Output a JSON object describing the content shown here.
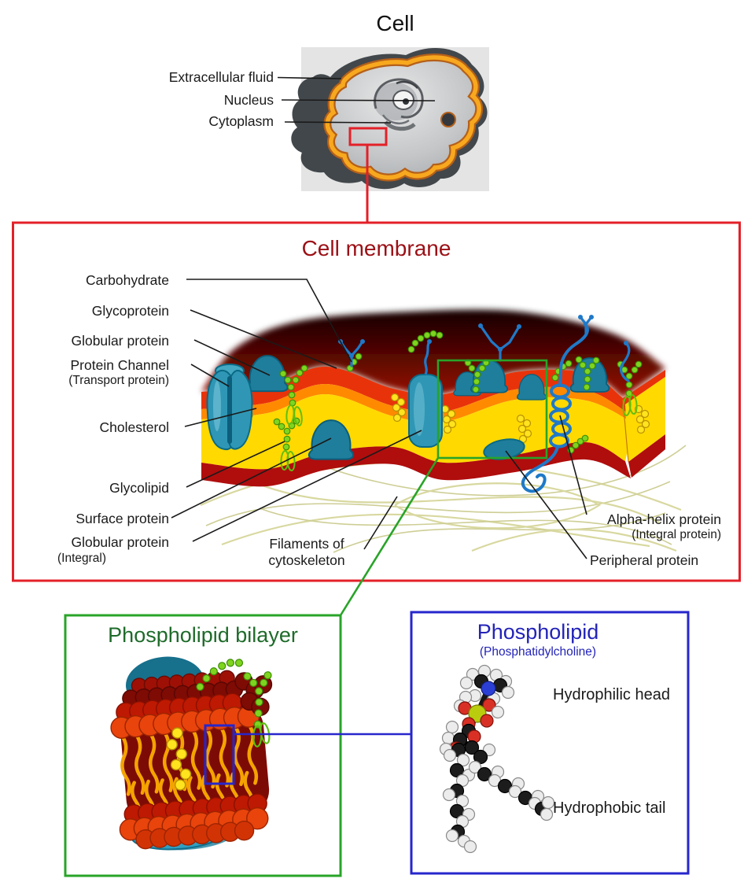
{
  "cell_panel": {
    "title": "Cell",
    "labels": {
      "extracellular": "Extracellular fluid",
      "nucleus": "Nucleus",
      "cytoplasm": "Cytoplasm"
    }
  },
  "membrane_panel": {
    "title": "Cell membrane",
    "labels": {
      "carbohydrate": "Carbohydrate",
      "glycoprotein": "Glycoprotein",
      "globular_protein": "Globular protein",
      "protein_channel": "Protein Channel",
      "protein_channel_sub": "(Transport protein)",
      "cholesterol": "Cholesterol",
      "glycolipid": "Glycolipid",
      "surface_protein": "Surface protein",
      "globular_integral": "Globular protein",
      "globular_integral_sub": "(Integral)",
      "filaments_line1": "Filaments of",
      "filaments_line2": "cytoskeleton",
      "alpha_helix": "Alpha-helix protein",
      "alpha_helix_sub": "(Integral protein)",
      "peripheral": "Peripheral protein"
    }
  },
  "bilayer_panel": {
    "title": "Phospholipid bilayer"
  },
  "phospholipid_panel": {
    "title": "Phospholipid",
    "subtitle": "(Phosphatidylcholine)",
    "labels": {
      "head": "Hydrophilic head",
      "tail": "Hydrophobic tail"
    }
  },
  "colors": {
    "red_accent": "#e32028",
    "membrane_title": "#9b1016",
    "green_accent": "#28a428",
    "bilayer_title": "#1e6b2a",
    "blue_accent": "#2626cc",
    "phospholipid_title": "#2323b8",
    "label_text": "#1a1a1a",
    "membrane_yellow": "#ffd900",
    "membrane_orange": "#ff8a00",
    "membrane_red_stripe": "#e8330a",
    "membrane_dark_top": "#6f0a00",
    "membrane_bottom_red": "#b00d0d",
    "protein_teal": "#2f97b5",
    "carbohydrate_blue": "#1f79c8",
    "glyco_green": "#7fd41f",
    "cholesterol_yellow": "#ffe31e",
    "filament_olive": "#d8d8a0",
    "cell_panel_bg": "#e4e4e4",
    "cell_membrane_orange": "#f7a81e"
  }
}
